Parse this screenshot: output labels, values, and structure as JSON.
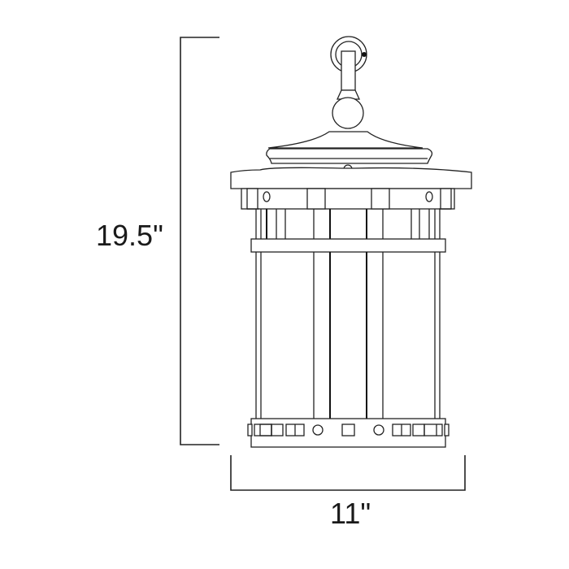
{
  "drawing": {
    "subject": "outdoor hanging lantern",
    "line_color": "#222222",
    "background": "#ffffff"
  },
  "dimensions": {
    "height": {
      "label": "19.5\"",
      "value": 19.5,
      "unit": "in"
    },
    "width": {
      "label": "11\"",
      "value": 11,
      "unit": "in"
    }
  }
}
